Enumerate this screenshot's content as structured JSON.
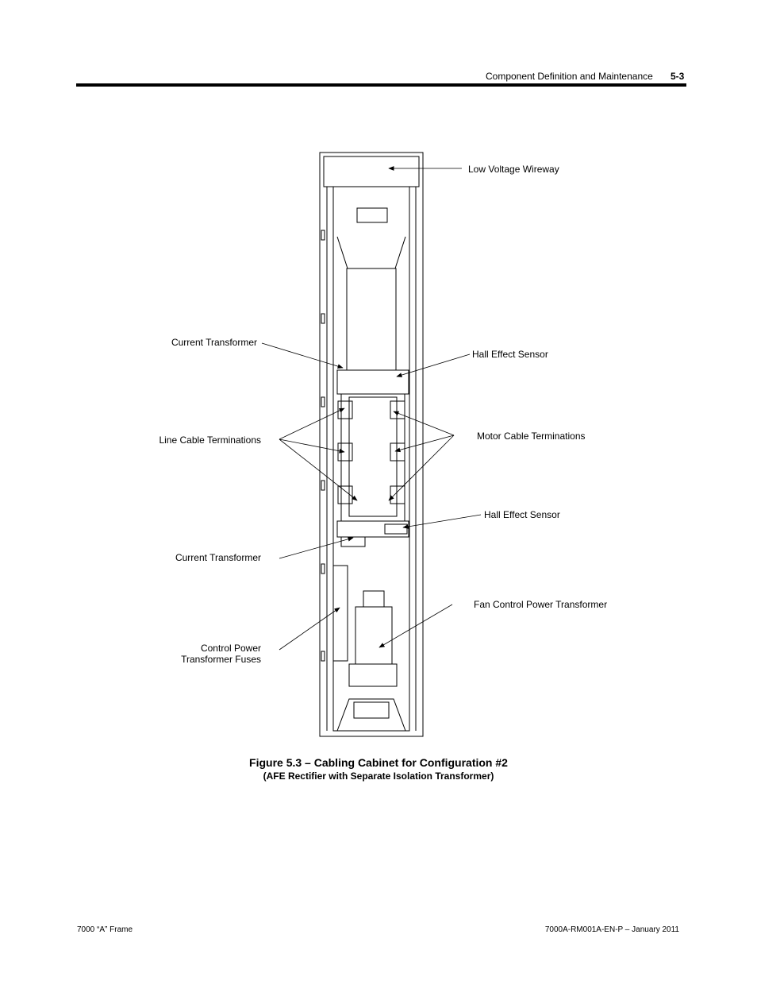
{
  "header": {
    "section_title": "Component Definition and Maintenance",
    "page_number": "5-3"
  },
  "labels": {
    "low_voltage_wireway": "Low Voltage Wireway",
    "current_transformer_top": "Current Transformer",
    "hall_effect_sensor_top": "Hall Effect Sensor",
    "line_cable_terminations": "Line Cable Terminations",
    "motor_cable_terminations": "Motor Cable Terminations",
    "hall_effect_sensor_bottom": "Hall Effect Sensor",
    "current_transformer_bottom": "Current Transformer",
    "fan_control_power_transformer": "Fan Control Power Transformer",
    "control_power_line1": "Control Power",
    "control_power_line2": "Transformer Fuses"
  },
  "figure": {
    "caption": "Figure 5.3 – Cabling Cabinet for Configuration #2",
    "subcaption": "(AFE Rectifier with Separate Isolation Transformer)"
  },
  "footer": {
    "left": "7000 “A” Frame",
    "right": "7000A-RM001A-EN-P – January 2011"
  }
}
